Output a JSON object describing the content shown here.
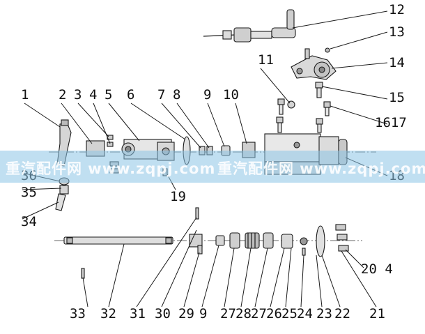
{
  "callouts": {
    "c1": "1",
    "c2": "2",
    "c3": "3",
    "c4": "4",
    "c5": "5",
    "c6": "6",
    "c7": "7",
    "c8": "8",
    "c9a": "9",
    "c10": "10",
    "c11": "11",
    "c12": "12",
    "c13": "13",
    "c14": "14",
    "c15": "15",
    "c1617": "1617",
    "c18": "18",
    "c19": "19",
    "c204": "20 4",
    "c21": "21",
    "c22": "22",
    "c23": "23",
    "c24": "24",
    "c25": "25",
    "c26": "26",
    "c27a": "27",
    "c28": "28",
    "c27b": "27",
    "c9b": "9",
    "c29": "29",
    "c30": "30",
    "c31": "31",
    "c32": "32",
    "c33": "33",
    "c34": "34",
    "c35": "35",
    "c36": "36"
  },
  "watermark": {
    "left": "重汽配件网  www.zqpj.com",
    "right": "重汽配件网  www.zqpj.com"
  }
}
